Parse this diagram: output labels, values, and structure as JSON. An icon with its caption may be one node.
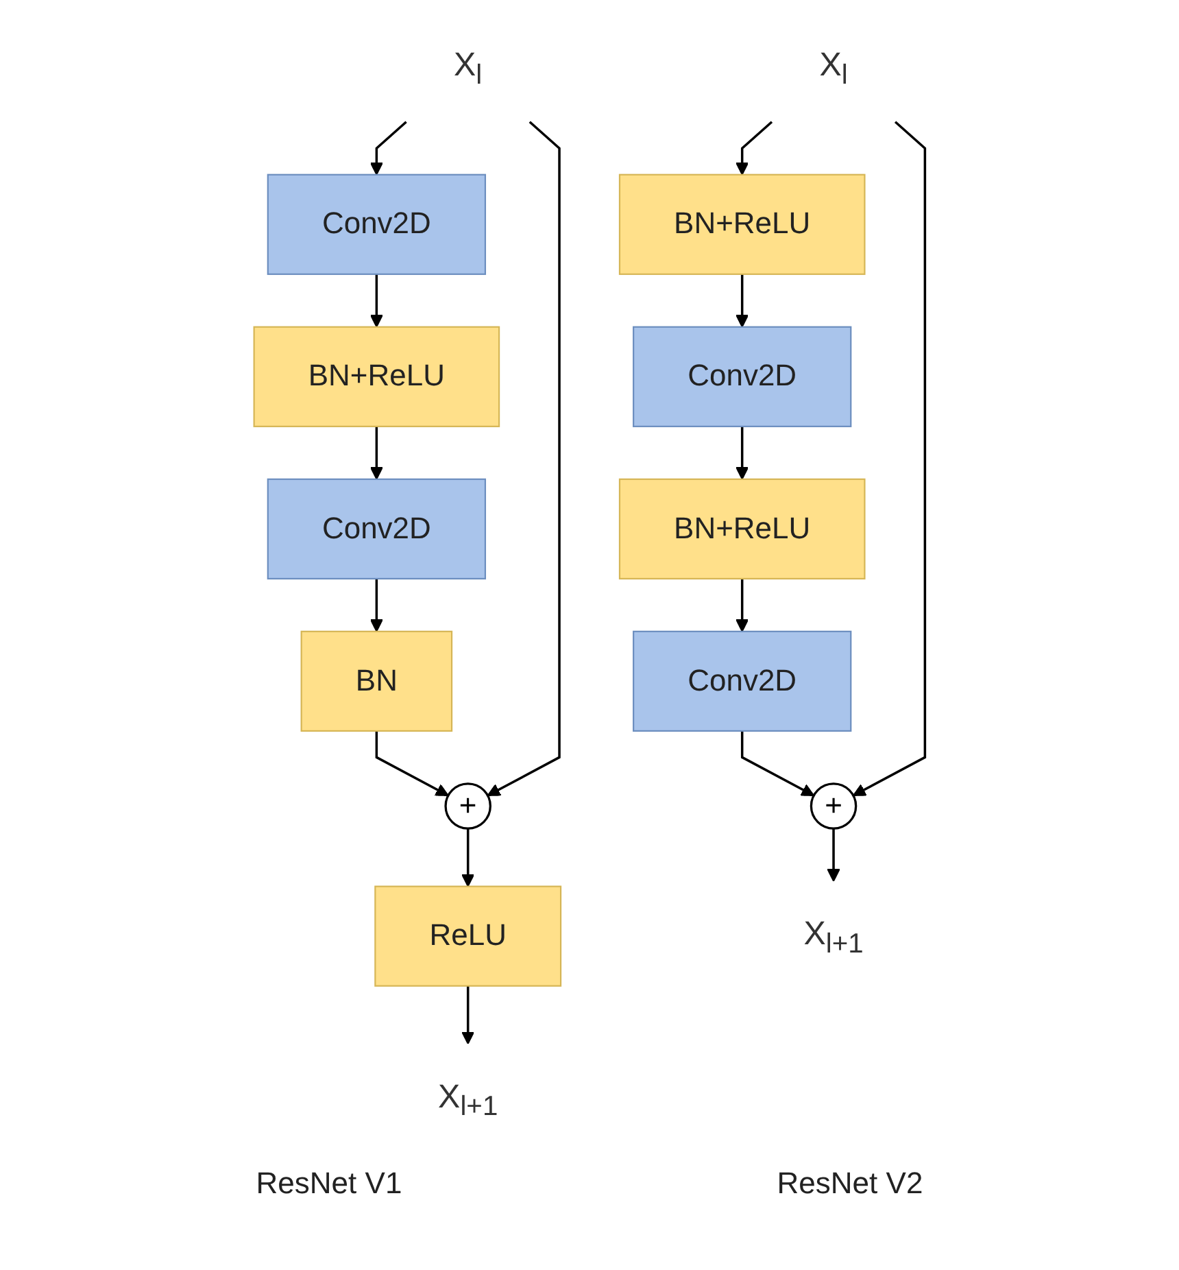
{
  "diagram": {
    "nodes": [
      {
        "text": [
          "X$_{l}$"
        ]
      },
      {
        "text": [
          "Conv2D"
        ]
      },
      {
        "text": [
          "BN+ReLU"
        ]
      },
      {
        "text": [
          "Conv2D"
        ]
      },
      {
        "text": [
          "BN"
        ]
      },
      {
        "text": [
          "+"
        ]
      },
      {
        "text": [
          "ReLU"
        ]
      },
      {
        "text": [
          "X$_{l+1}$"
        ]
      },
      {
        "text": [
          "X$_{l}$"
        ]
      },
      {
        "text": [
          "BN+ReLU"
        ]
      },
      {
        "text": [
          "Conv2D"
        ]
      },
      {
        "text": [
          "BN+ReLU"
        ]
      },
      {
        "text": [
          "Conv2D"
        ]
      },
      {
        "text": [
          "+"
        ]
      },
      {
        "text": [
          "X$_{l+1}$"
        ]
      }
    ],
    "edges": [
      {
        "from": 0,
        "to": 1,
        "arrow": "to"
      },
      {
        "from": 1,
        "to": 2,
        "arrow": "to"
      },
      {
        "from": 2,
        "to": 3,
        "arrow": "to"
      },
      {
        "from": 3,
        "to": 4,
        "arrow": "to"
      },
      {
        "from": 4,
        "to": 5,
        "arrow": "to"
      },
      {
        "from": 0,
        "to": 5,
        "arrow": "to"
      },
      {
        "from": 5,
        "to": 6,
        "arrow": "to"
      },
      {
        "from": 6,
        "to": 7,
        "arrow": "to"
      },
      {
        "from": 8,
        "to": 9,
        "arrow": "to"
      },
      {
        "from": 9,
        "to": 10,
        "arrow": "to"
      },
      {
        "from": 10,
        "to": 11,
        "arrow": "to"
      },
      {
        "from": 11,
        "to": 12,
        "arrow": "to"
      },
      {
        "from": 12,
        "to": 13,
        "arrow": "to"
      },
      {
        "from": 8,
        "to": 13,
        "arrow": "to"
      },
      {
        "from": 13,
        "to": 14,
        "arrow": "to"
      }
    ],
    "labels": [
      "ResNet V1",
      "ResNet V2"
    ]
  }
}
